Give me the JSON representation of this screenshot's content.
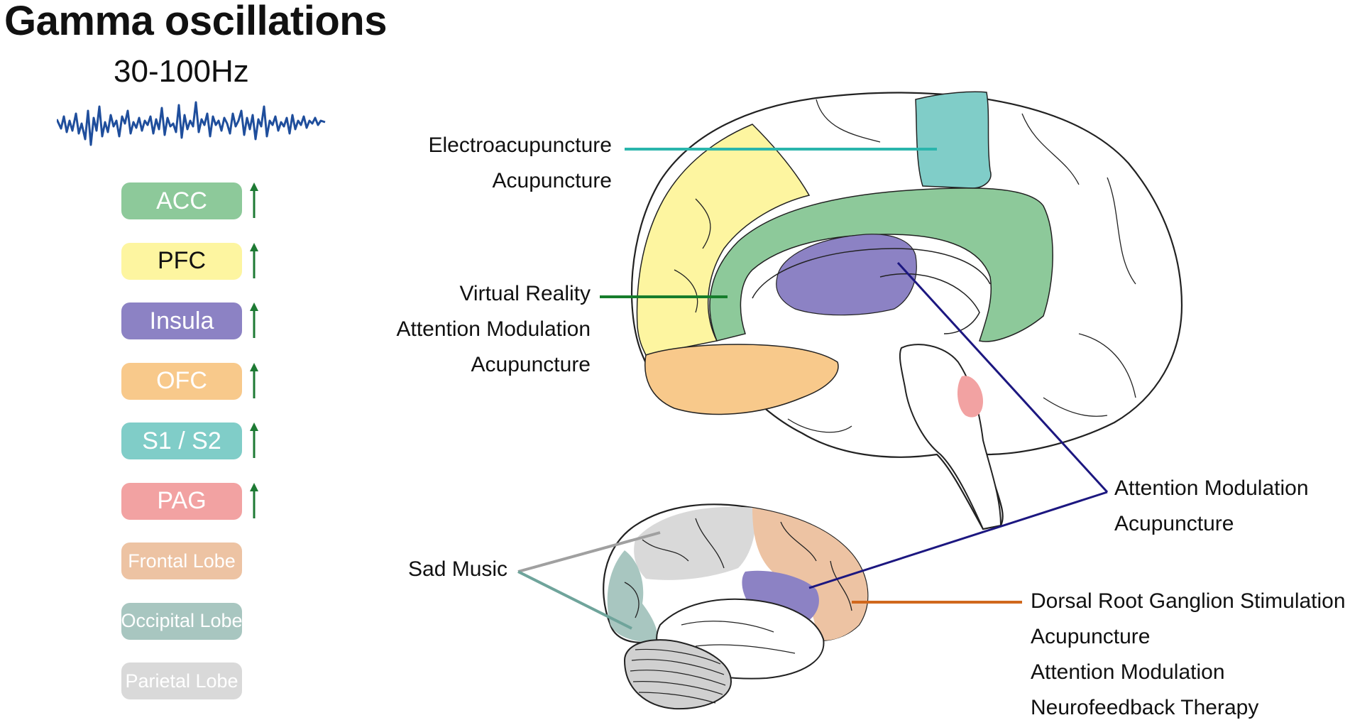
{
  "title": "Gamma oscillations",
  "subtitle": "30-100Hz",
  "colors": {
    "acc": "#8dc99a",
    "pfc": "#fdf5a0",
    "insula": "#8c82c4",
    "ofc": "#f8c98b",
    "s1s2": "#80cdc8",
    "pag": "#f2a2a2",
    "frontal": "#edc3a3",
    "occipital": "#a8c6c0",
    "parietal": "#d9d9d9",
    "wave": "#1f4e9c",
    "arrow": "#1e7a34",
    "line_teal": "#2ab5ac",
    "line_green": "#167d2b",
    "line_navy": "#1c1780",
    "line_gray": "#a0a0a0",
    "line_slate": "#6fa49b",
    "line_orange": "#d0681d"
  },
  "legend": [
    {
      "label": "ACC",
      "color": "#8dc99a",
      "arrow": "up-arrow",
      "text_color": "#ffffff"
    },
    {
      "label": "PFC",
      "color": "#fdf5a0",
      "arrow": "up-arrow",
      "text_color": "#111111"
    },
    {
      "label": "Insula",
      "color": "#8c82c4",
      "arrow": "up-arrow",
      "text_color": "#ffffff"
    },
    {
      "label": "OFC",
      "color": "#f8c98b",
      "arrow": "up-arrow",
      "text_color": "#ffffff"
    },
    {
      "label": "S1 / S2",
      "color": "#80cdc8",
      "arrow": "up-arrow",
      "text_color": "#ffffff"
    },
    {
      "label": "PAG",
      "color": "#f2a2a2",
      "arrow": "up-arrow",
      "text_color": "#ffffff"
    },
    {
      "label": "Frontal Lobe",
      "color": "#edc3a3",
      "arrow": "",
      "text_color": "#ffffff"
    },
    {
      "label": "Occipital Lobe",
      "color": "#a8c6c0",
      "arrow": "",
      "text_color": "#ffffff"
    },
    {
      "label": "Parietal Lobe",
      "color": "#d9d9d9",
      "arrow": "",
      "text_color": "#ffffff"
    }
  ],
  "annotations": {
    "s1s2": [
      "Electroacupuncture",
      "Acupuncture"
    ],
    "acc": [
      "Virtual Reality",
      "Attention Modulation",
      "Acupuncture"
    ],
    "insula": [
      "Attention Modulation",
      "Acupuncture"
    ],
    "lobes": [
      "Sad Music"
    ],
    "frontal": [
      "Dorsal Root Ganglion Stimulation",
      "Acupuncture",
      "Attention Modulation",
      "Neurofeedback Therapy"
    ]
  }
}
